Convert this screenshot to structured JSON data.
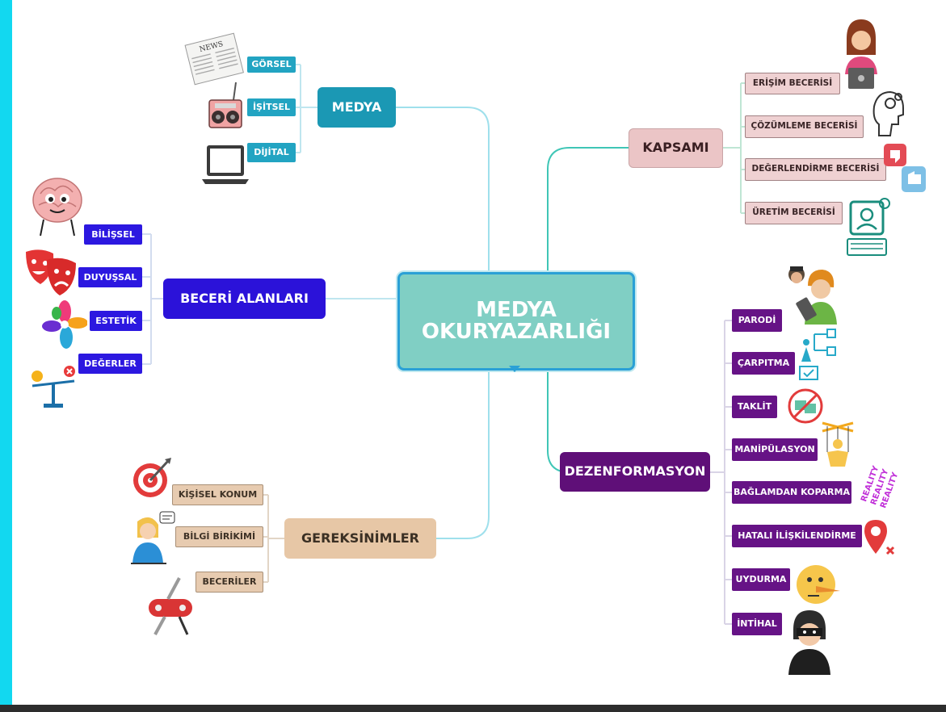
{
  "center": {
    "line1": "MEDYA",
    "line2": "OKURYAZARLIĞI"
  },
  "medya": {
    "title": "MEDYA",
    "items": [
      "GÖRSEL",
      "İŞİTSEL",
      "DİJİTAL"
    ]
  },
  "beceri_alanlari": {
    "title": "BECERİ ALANLARI",
    "items": [
      "BİLİŞSEL",
      "DUYUŞSAL",
      "ESTETİK",
      "DEĞERLER"
    ]
  },
  "gereksinimler": {
    "title": "GEREKSİNİMLER",
    "items": [
      "KİŞİSEL KONUM",
      "BİLGİ BİRİKİMİ",
      "BECERİLER"
    ]
  },
  "kapsami": {
    "title": "KAPSAMI",
    "items": [
      "ERİŞİM BECERİSİ",
      "ÇÖZÜMLEME BECERİSİ",
      "DEĞERLENDİRME BECERİSİ",
      "ÜRETİM BECERİSİ"
    ]
  },
  "dezenformasyon": {
    "title": "DEZENFORMASYON",
    "items": [
      "PARODİ",
      "ÇARPITMA",
      "TAKLİT",
      "MANİPÜLASYON",
      "BAĞLAMDAN KOPARMA",
      "HATALI İLİŞKİLENDİRME",
      "UYDURMA",
      "İNTİHAL"
    ]
  },
  "picture_text": {
    "newspaper": "NEWS",
    "reality": "REALITY"
  },
  "colors": {
    "frame": "#12d8f0",
    "medya": "#1b98b4",
    "beceri": "#2b12d9",
    "kapsam": "#ebc5c6",
    "dezenformasyon": "#5f0f78",
    "gereksinimler": "#e7c7a6",
    "center": "#80cfc4"
  },
  "icons": [
    "newspaper-icon",
    "radio-icon",
    "laptop-icon",
    "brain-icon",
    "theater-masks-icon",
    "pinwheel-icon",
    "balance-scale-icon",
    "target-icon",
    "person-thinking-icon",
    "swiss-knife-icon",
    "woman-laptop-icon",
    "head-gears-icon",
    "like-dislike-icon",
    "computer-user-icon",
    "people-tablet-icon",
    "strategy-flow-icon",
    "no-copy-icon",
    "puppet-icon",
    "location-x-icon",
    "pinocchio-face-icon",
    "thief-icon"
  ]
}
